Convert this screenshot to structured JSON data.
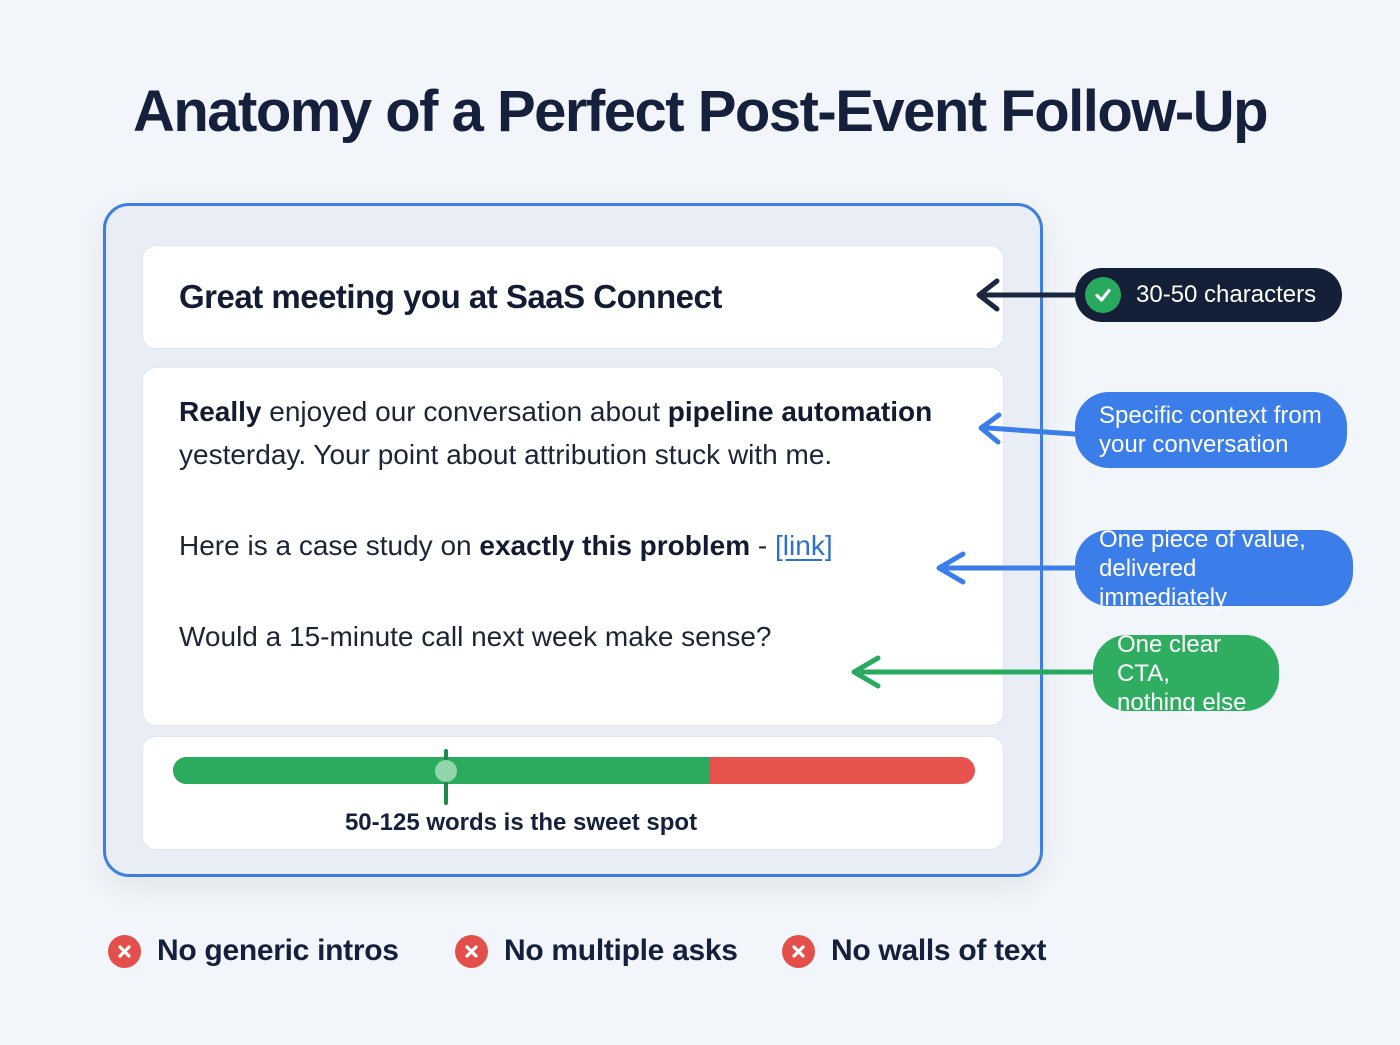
{
  "title": "Anatomy of a Perfect Post-Event Follow-Up",
  "email_card": {
    "subject": "Great meeting you at SaaS Connect",
    "body": [
      {
        "segments": [
          {
            "text": "Really",
            "bold": true
          },
          {
            "text": " enjoyed our conversation about ",
            "bold": false
          },
          {
            "text": "pipeline automation",
            "bold": true
          },
          {
            "text": " yesterday. Your point about attribution stuck with me.",
            "bold": false
          }
        ]
      },
      {
        "segments": [
          {
            "text": "Here is a case study on ",
            "bold": false
          },
          {
            "text": "exactly this problem",
            "bold": true
          },
          {
            "text": " - ",
            "bold": false
          },
          {
            "text": "[link]",
            "bold": false,
            "link": true
          }
        ]
      },
      {
        "segments": [
          {
            "text": "Would a 15-minute call next week make sense?",
            "bold": false
          }
        ]
      }
    ],
    "word_bar": {
      "label": "50-125 words is the sweet spot",
      "green_percent": 67,
      "marker_percent": 34,
      "green_color": "#2bab5d",
      "red_color": "#e8524c",
      "marker_color": "#1d8a4b",
      "marker_dot_color": "#93d5ab"
    }
  },
  "callouts": [
    {
      "id": "subject-length",
      "label": "30-50 characters",
      "style": "dark",
      "bg": "#141f38",
      "icon": "check-circle",
      "icon_bg": "#27a95e"
    },
    {
      "id": "specific-context",
      "label": "Specific context from\nyour conversation",
      "style": "blue",
      "bg": "#3b7de9"
    },
    {
      "id": "one-piece-of-value",
      "label": "One piece of value,\ndelivered immediately",
      "style": "blue",
      "bg": "#3b7de9"
    },
    {
      "id": "one-clear-cta",
      "label": "One clear CTA,\nnothing else",
      "style": "green",
      "bg": "#2fae62"
    }
  ],
  "donts": [
    {
      "label": "No generic intros"
    },
    {
      "label": "No multiple asks"
    },
    {
      "label": "No walls of text"
    }
  ],
  "colors": {
    "accent_blue": "#3b7de9",
    "accent_green": "#27a95e",
    "accent_red": "#e3504b",
    "dark_navy": "#1b2640",
    "card_border": "#3c7ee2"
  }
}
